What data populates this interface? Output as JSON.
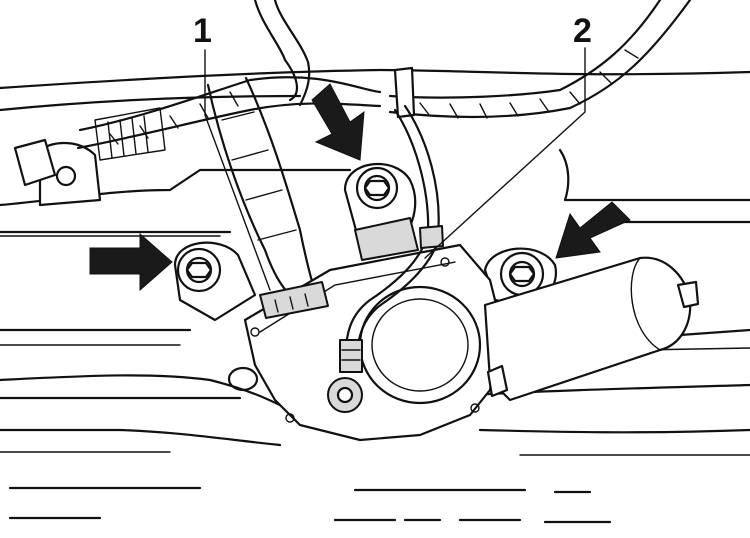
{
  "callouts": [
    {
      "id": "1",
      "label": "1"
    },
    {
      "id": "2",
      "label": "2"
    }
  ],
  "colors": {
    "line": "#111111",
    "arrow": "#1a1a1a",
    "background": "#ffffff"
  }
}
